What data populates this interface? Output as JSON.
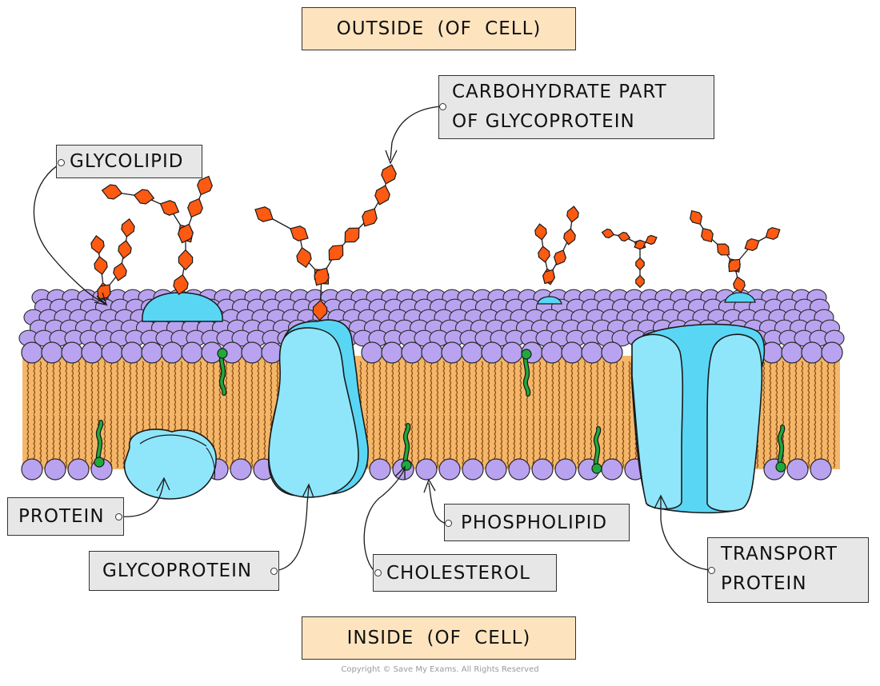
{
  "labels": {
    "outside": "OUTSIDE (OF CELL)",
    "inside": "INSIDE (OF CELL)",
    "carbohydrate_line1": "CARBOHYDRATE PART",
    "carbohydrate_line2": "OF GLYCOPROTEIN",
    "glycolipid": "GLYCOLIPID",
    "protein": "PROTEIN",
    "glycoprotein": "GLYCOPROTEIN",
    "cholesterol": "CHOLESTEROL",
    "phospholipid": "PHOSPHOLIPID",
    "transport_line1": "TRANSPORT",
    "transport_line2": "PROTEIN"
  },
  "copyright": "Copyright © Save My Exams. All Rights Reserved",
  "colors": {
    "phosphate_head": "#b9a3f0",
    "lipid_tail_fill": "#f4b76a",
    "lipid_tail_line": "#8a4a10",
    "protein": "#8fe6fb",
    "protein_dark": "#5ad6f5",
    "carbohydrate": "#ff5a12",
    "cholesterol": "#1faa3e",
    "outside_box": "#fde4bf",
    "label_box": "#e7e7e7"
  }
}
